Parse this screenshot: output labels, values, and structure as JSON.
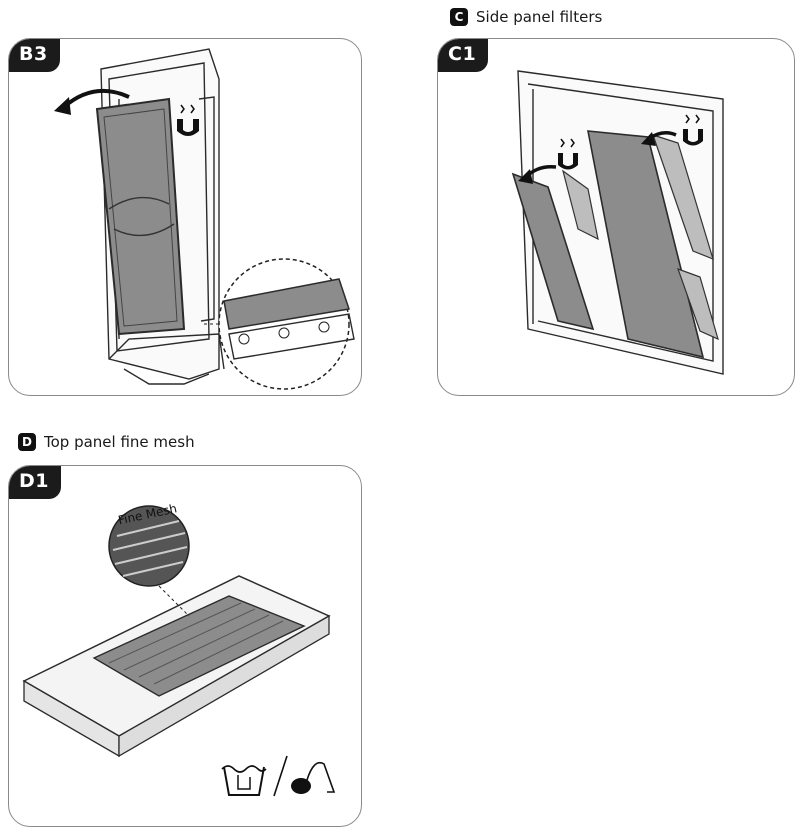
{
  "sections": {
    "c": {
      "badge": "C",
      "title": "Side panel filters"
    },
    "d": {
      "badge": "D",
      "title": "Top panel  fine mesh"
    }
  },
  "panels": {
    "b3": {
      "label": "B3"
    },
    "c1": {
      "label": "C1"
    },
    "d1": {
      "label": "D1",
      "mesh_label": "Fine Mesh"
    }
  },
  "icons": {
    "magnet": "magnet-icon",
    "arrow": "curved-arrow-icon",
    "wash": "hand-wash-icon",
    "vacuum": "vacuum-cleaner-icon"
  },
  "colors": {
    "filter_fill": "#8c8c8c",
    "line": "#2b2b2b",
    "border": "#8a8a8a"
  }
}
